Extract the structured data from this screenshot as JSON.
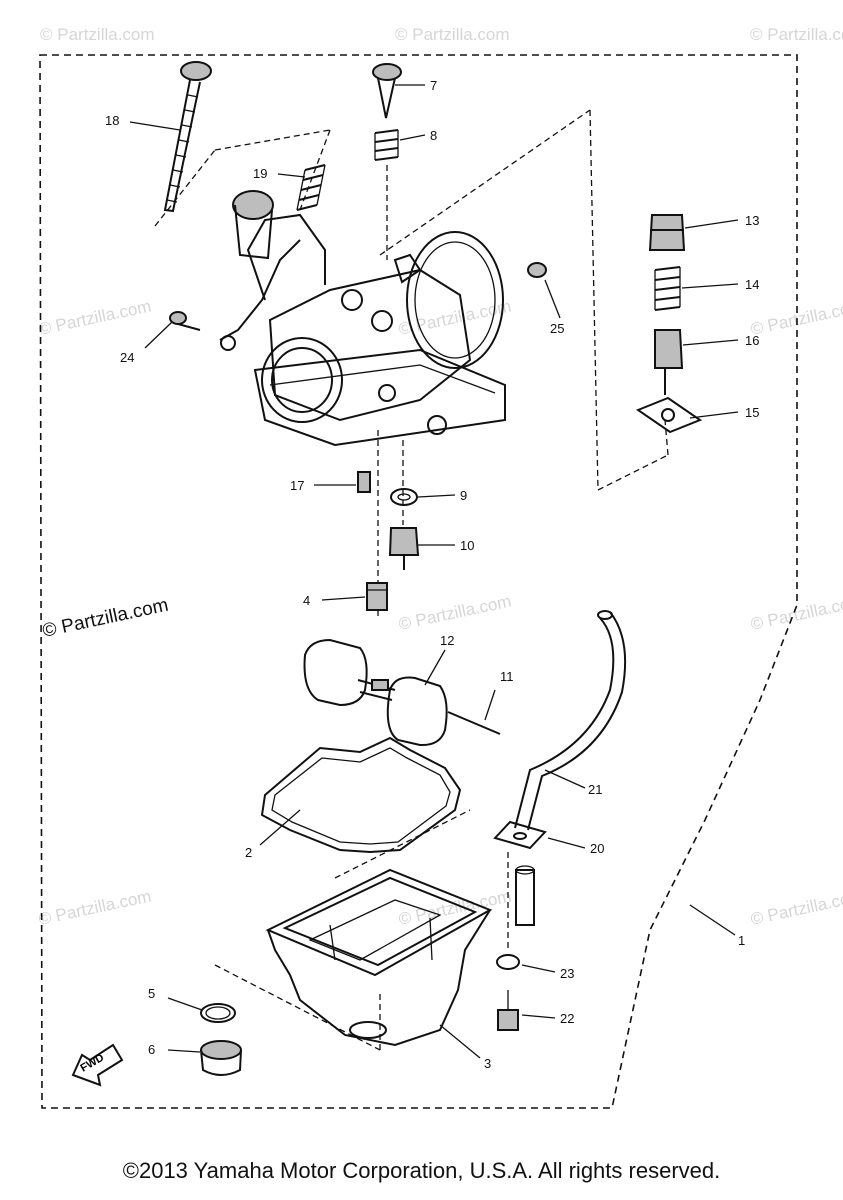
{
  "diagram": {
    "parts": [
      {
        "id": "1",
        "label": "1"
      },
      {
        "id": "2",
        "label": "2"
      },
      {
        "id": "3",
        "label": "3"
      },
      {
        "id": "4",
        "label": "4"
      },
      {
        "id": "5",
        "label": "5"
      },
      {
        "id": "6",
        "label": "6"
      },
      {
        "id": "7",
        "label": "7"
      },
      {
        "id": "8",
        "label": "8"
      },
      {
        "id": "9",
        "label": "9"
      },
      {
        "id": "10",
        "label": "10"
      },
      {
        "id": "11",
        "label": "11"
      },
      {
        "id": "12",
        "label": "12"
      },
      {
        "id": "13",
        "label": "13"
      },
      {
        "id": "14",
        "label": "14"
      },
      {
        "id": "15",
        "label": "15"
      },
      {
        "id": "16",
        "label": "16"
      },
      {
        "id": "17",
        "label": "17"
      },
      {
        "id": "18",
        "label": "18"
      },
      {
        "id": "19",
        "label": "19"
      },
      {
        "id": "20",
        "label": "20"
      },
      {
        "id": "21",
        "label": "21"
      },
      {
        "id": "22",
        "label": "22"
      },
      {
        "id": "23",
        "label": "23"
      },
      {
        "id": "24",
        "label": "24"
      },
      {
        "id": "25",
        "label": "25"
      }
    ],
    "fwd_label": "FWD",
    "watermark": "© Partzilla.com",
    "watermark_main": "© Partzilla.com"
  },
  "footer": {
    "copyright": "©2013 Yamaha Motor Corporation, U.S.A. All rights reserved."
  }
}
